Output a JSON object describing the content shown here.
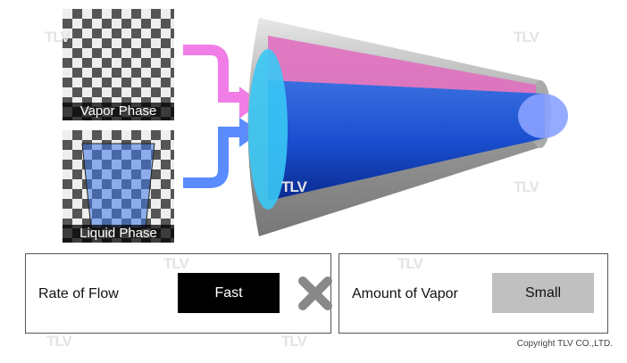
{
  "watermark": "TLV",
  "phases": {
    "vapor": "Vapor Phase",
    "liquid": "Liquid Phase"
  },
  "factors": [
    {
      "label": "Rate of Flow",
      "value": "Fast"
    },
    {
      "label": "Amount of Vapor",
      "value": "Small"
    }
  ],
  "operator_icon": "multiply-icon",
  "copyright": "Copyright TLV CO.,LTD.",
  "colors": {
    "vapor": "#f080e0",
    "liquid": "#5a8cff",
    "fast_bg": "#000000",
    "small_bg": "#c0c0c0"
  }
}
